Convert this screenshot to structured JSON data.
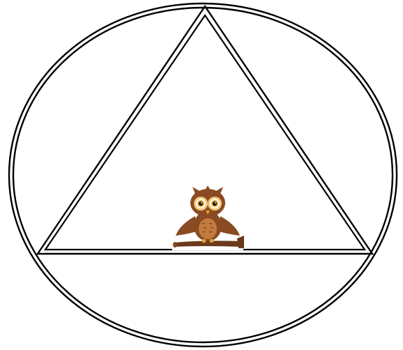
{
  "diagram": {
    "shapes": [
      "circle",
      "triangle"
    ],
    "stroke_color": "#000000",
    "background_color": "#ffffff",
    "line_style": "double",
    "figure": "owl-on-branch",
    "owl_colors": {
      "body": "#8a4a22",
      "belly": "#c27a3d",
      "eye_ring": "#f3c979",
      "beak": "#e2a12a",
      "branch": "#6b3a1a"
    }
  }
}
